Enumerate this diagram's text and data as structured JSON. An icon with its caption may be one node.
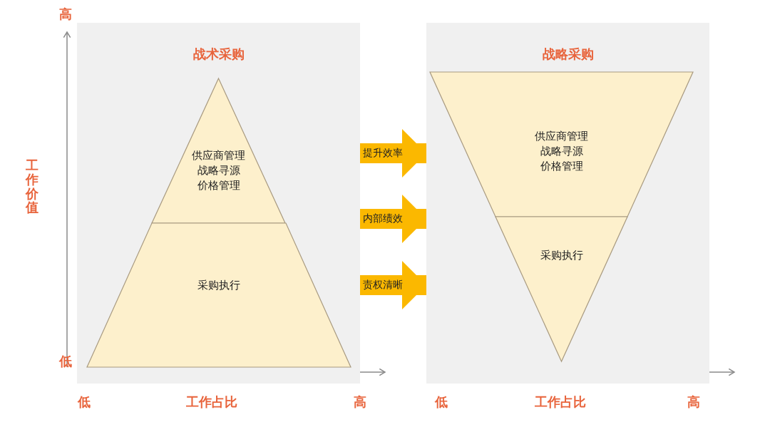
{
  "diagram": {
    "nodes": [
      {
        "text": [
          "战术采购"
        ]
      },
      {
        "text": [
          "供应商管理",
          "战略寻源",
          "价格管理"
        ],
        "in": 0
      },
      {
        "text": [
          "采购执行"
        ],
        "in": 0
      },
      {
        "text": [
          "战略采购"
        ]
      },
      {
        "text": [
          "供应商管理",
          "战略寻源",
          "价格管理"
        ],
        "in": 3
      },
      {
        "text": [
          "采购执行"
        ],
        "in": 3
      }
    ],
    "edges": [
      {
        "from": 0,
        "to": 3,
        "arrow": "to",
        "label": "提升效率"
      },
      {
        "from": 0,
        "to": 3,
        "arrow": "to",
        "label": "内部绩效"
      },
      {
        "from": 0,
        "to": 3,
        "arrow": "to",
        "label": "责权清晰"
      }
    ],
    "labels": [
      "高",
      "工作价值",
      "低",
      "低",
      "工作占比",
      "高",
      "低",
      "工作占比",
      "高"
    ]
  }
}
